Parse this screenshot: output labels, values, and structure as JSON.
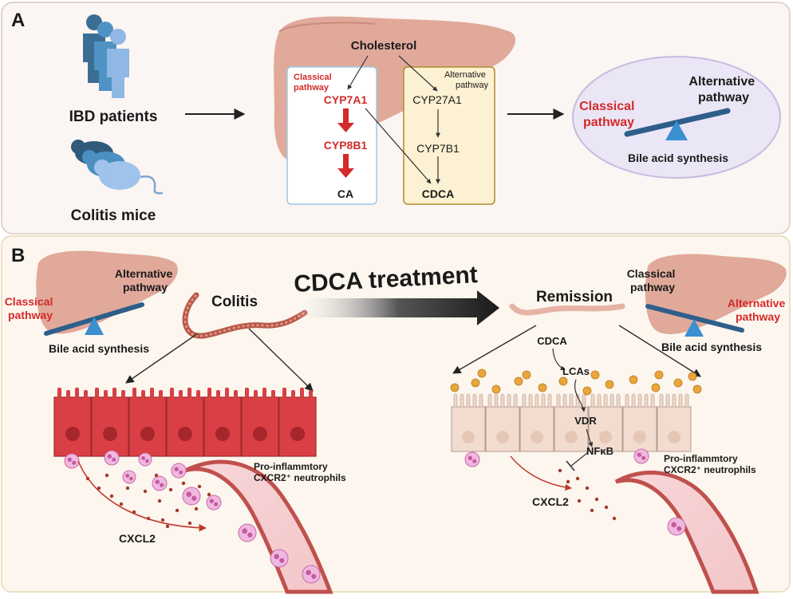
{
  "panel_a": {
    "letter": "A",
    "ibd_patients": "IBD patients",
    "colitis_mice": "Colitis mice",
    "cholesterol": "Cholesterol",
    "classical_label": [
      "Classical",
      "pathway"
    ],
    "alternative_label": [
      "Alternative",
      "pathway"
    ],
    "cyp7a1": "CYP7A1",
    "cyp8b1": "CYP8B1",
    "ca": "CA",
    "cyp27a1": "CYP27A1",
    "cyp7b1": "CYP7B1",
    "cdca": "CDCA",
    "balance_classical": [
      "Classical",
      "pathway"
    ],
    "balance_alternative": [
      "Alternative",
      "pathway"
    ],
    "bile_acid_synthesis": "Bile acid synthesis"
  },
  "panel_b": {
    "letter": "B",
    "left_alternative": [
      "Alternative",
      "pathway"
    ],
    "left_classical": [
      "Classical",
      "pathway"
    ],
    "left_bile": "Bile acid synthesis",
    "colitis": "Colitis",
    "treatment": "CDCA treatment",
    "remission": "Remission",
    "right_classical": [
      "Classical",
      "pathway"
    ],
    "right_alternative": [
      "Alternative",
      "pathway"
    ],
    "right_bile": "Bile acid synthesis",
    "cdca": "CDCA",
    "lcas": "LCAs",
    "vdr": "VDR",
    "nfkb": "NFκB",
    "cxcl2_left": "CXCL2",
    "cxcl2_right": "CXCL2",
    "neutrophils_left": [
      "Pro-inflammtory",
      "CXCR2⁺ neutrophils"
    ],
    "neutrophils_right": [
      "Pro-inflammtory",
      "CXCR2⁺ neutrophils"
    ]
  },
  "colors": {
    "panel_a_bg": "#fbf5f3",
    "panel_b_bg": "#fcf6ee",
    "liver": "#e0a99a",
    "classical_red": "#d42a2a",
    "seesaw_bar": "#2e5e8a",
    "fulcrum": "#3a8fd0",
    "inflamed_cell": "#d93f44",
    "healthy_cell": "#f2dccf",
    "bile_dot": "#e9a63a"
  }
}
